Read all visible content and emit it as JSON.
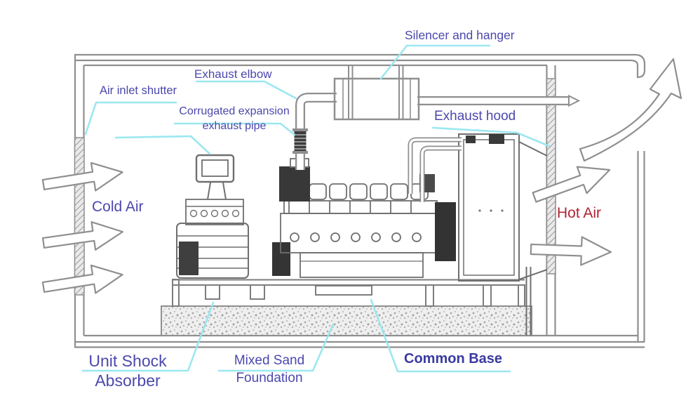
{
  "labels": {
    "silencer_and_hanger": "Silencer and hanger",
    "exhaust_elbow": "Exhaust elbow",
    "air_inlet_shutter": "Air inlet shutter",
    "corrugated_expansion_exhaust_pipe": [
      "Corrugated expansion",
      "exhaust pipe"
    ],
    "exhaust_hood": "Exhaust hood",
    "cold_air": "Cold Air",
    "hot_air": "Hot Air",
    "unit_shock_absorber": [
      "Unit Shock",
      "Absorber"
    ],
    "mixed_sand_foundation": [
      "Mixed Sand",
      "Foundation"
    ],
    "common_base": "Common Base"
  },
  "colors": {
    "label_blue": "#4b48ac",
    "label_blue_bold": "#3b3aa0",
    "hot_air_red": "#b02433",
    "leader_cyan": "#97e6ef",
    "line_gray": "#8f8f8f",
    "dark_part": "#383838"
  }
}
